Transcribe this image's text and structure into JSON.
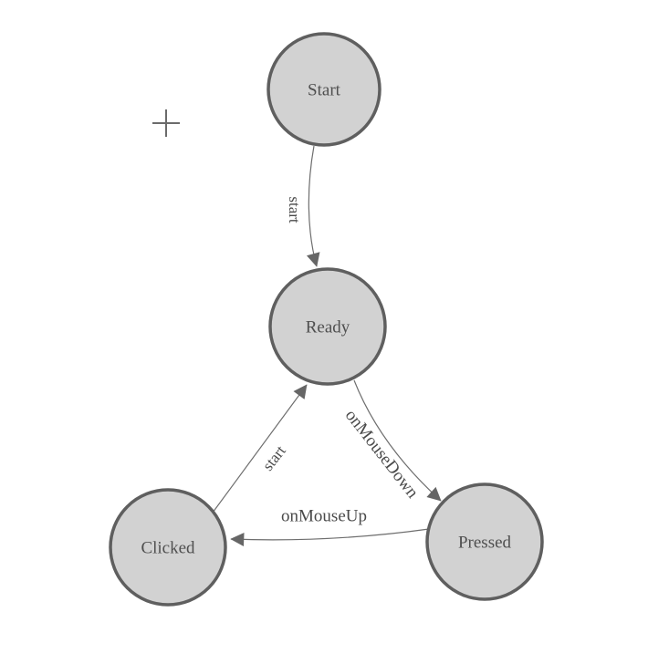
{
  "canvas": {
    "background": "#ffffff"
  },
  "colors": {
    "node_fill": "#d2d2d2",
    "node_stroke": "#5f5f5f",
    "edge_stroke": "#6e6e6e",
    "arrowhead": "#666666",
    "label_text": "#4a4a4a"
  },
  "icons": {
    "crosshair_cursor": "crosshair-plus"
  },
  "diagram": {
    "nodes": [
      {
        "id": "start",
        "label": "Start"
      },
      {
        "id": "ready",
        "label": "Ready"
      },
      {
        "id": "clicked",
        "label": "Clicked"
      },
      {
        "id": "pressed",
        "label": "Pressed"
      }
    ],
    "edges": [
      {
        "from": "Start",
        "to": "Ready",
        "label": "start"
      },
      {
        "from": "Clicked",
        "to": "Ready",
        "label": "start"
      },
      {
        "from": "Ready",
        "to": "Pressed",
        "label": "onMouseDown"
      },
      {
        "from": "Pressed",
        "to": "Clicked",
        "label": "onMouseUp"
      }
    ]
  }
}
